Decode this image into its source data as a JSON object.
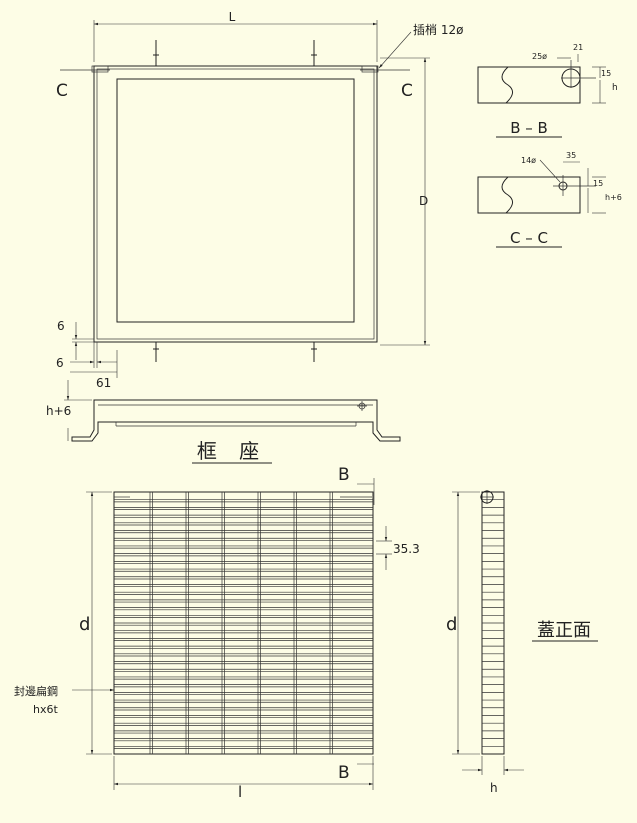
{
  "frame_top": {
    "dim_L": "L",
    "pin_label": "插梢 12ø",
    "section_C_left": "C",
    "section_C_right": "C",
    "dim_D": "D",
    "dim_6_top": "6",
    "dim_6_left": "6",
    "dim_61": "61"
  },
  "frame_side": {
    "dim_h6": "h+6",
    "title": "框 座"
  },
  "section_bb": {
    "dim_25": "25ø",
    "dim_21": "21",
    "dim_15": "15",
    "dim_h": "h",
    "title": "B – B"
  },
  "section_cc": {
    "dim_14": "14ø",
    "dim_35": "35",
    "dim_15": "15",
    "dim_h6": "h+6",
    "title": "C – C"
  },
  "grating": {
    "section_B_top": "B",
    "section_B_bottom": "B",
    "dim_pitch": "35.3",
    "dim_d": "d",
    "dim_l": "l",
    "edge_label_1": "封邊扁鋼",
    "edge_label_2": "hx6t"
  },
  "cover_side": {
    "dim_d": "d",
    "dim_h": "h",
    "title": "蓋正面"
  }
}
